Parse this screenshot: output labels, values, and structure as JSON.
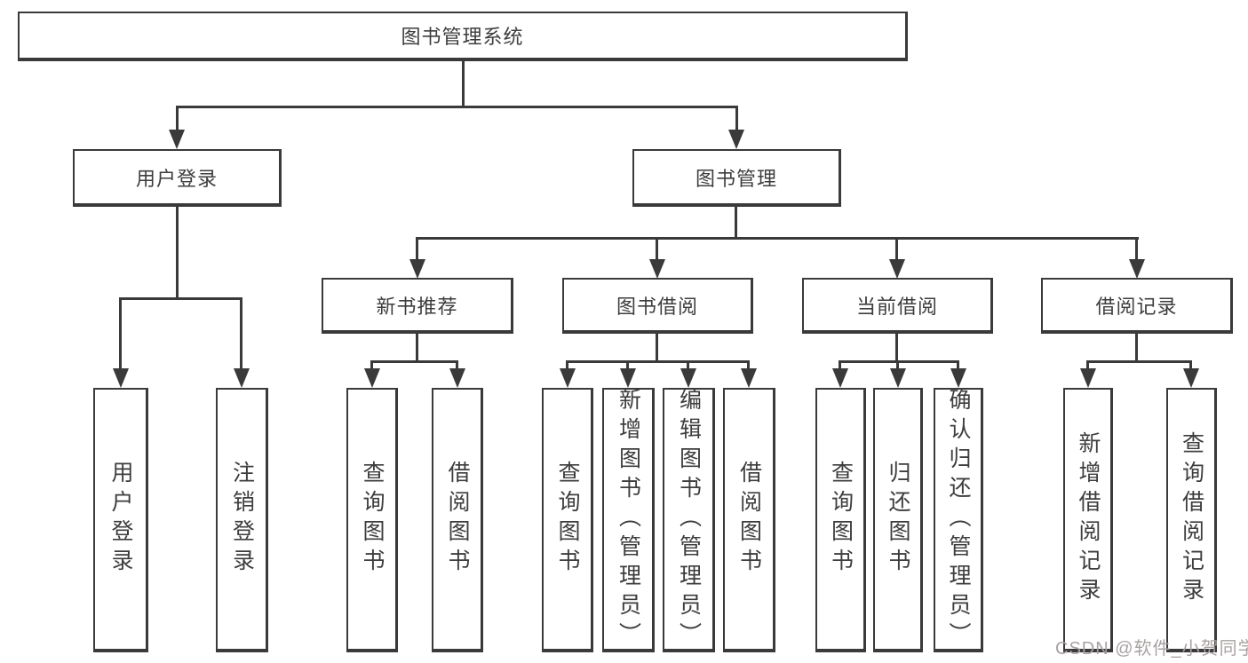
{
  "diagram": {
    "root": {
      "label": "图书管理系统"
    },
    "branches": [
      {
        "label": "用户登录",
        "children": [
          {
            "label": "用户登录"
          },
          {
            "label": "注销登录"
          }
        ]
      },
      {
        "label": "图书管理",
        "children": [
          {
            "label": "新书推荐",
            "children": [
              {
                "label": "查询图书"
              },
              {
                "label": "借阅图书"
              }
            ]
          },
          {
            "label": "图书借阅",
            "children": [
              {
                "label": "查询图书"
              },
              {
                "label": "新增图书（管理员）"
              },
              {
                "label": "编辑图书（管理员）"
              },
              {
                "label": "借阅图书"
              }
            ]
          },
          {
            "label": "当前借阅",
            "children": [
              {
                "label": "查询图书"
              },
              {
                "label": "归还图书"
              },
              {
                "label": "确认归还（管理员）"
              }
            ]
          },
          {
            "label": "借阅记录",
            "children": [
              {
                "label": "新增借阅记录"
              },
              {
                "label": "查询借阅记录"
              }
            ]
          }
        ]
      }
    ]
  },
  "watermark": {
    "text": "CSDN @软件_小贺同学"
  },
  "colors": {
    "line": "#3a3a3a",
    "text": "#3d3d3d",
    "watermark": "#a9a2a2",
    "background": "#ffffff"
  }
}
